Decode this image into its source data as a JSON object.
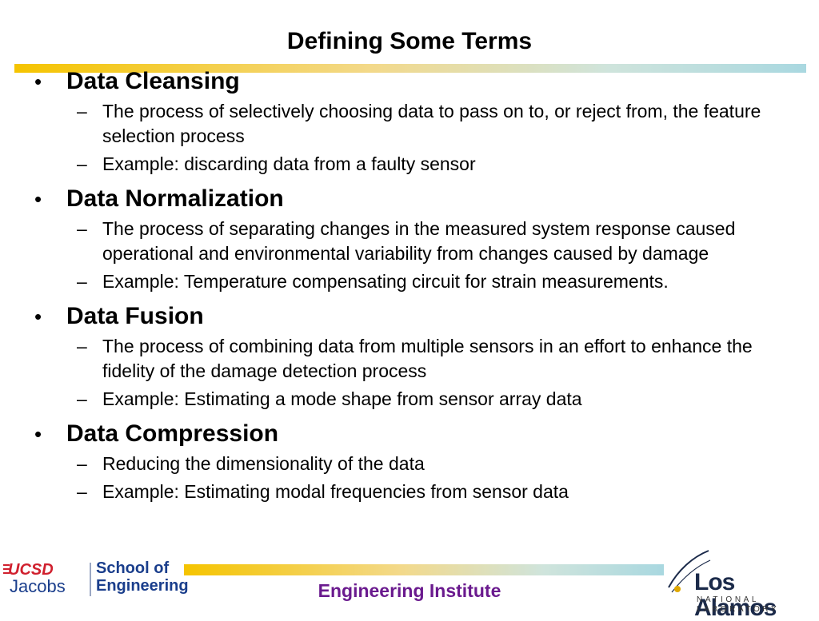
{
  "slide": {
    "title": "Defining Some Terms",
    "bullets": [
      {
        "heading": "Data Cleansing",
        "subs": [
          "The process of selectively choosing data to pass on to, or reject from, the feature selection process",
          "Example: discarding data from a faulty sensor"
        ]
      },
      {
        "heading": "Data Normalization",
        "subs": [
          "The process of separating changes in the measured system response caused operational and environmental variability from changes caused by damage",
          "Example: Temperature compensating circuit for strain measurements."
        ]
      },
      {
        "heading": "Data Fusion",
        "subs": [
          "The process of combining data from multiple sensors in an effort to enhance the fidelity of the damage detection process",
          "Example:  Estimating a mode shape from sensor array data"
        ]
      },
      {
        "heading": "Data Compression",
        "subs": [
          "Reducing the dimensionality of the data",
          "Example: Estimating modal frequencies from sensor data"
        ]
      }
    ],
    "bullet_symbol": "•",
    "sub_symbol": "–",
    "footer": "Engineering Institute"
  },
  "logos": {
    "ucsd": "UCSD",
    "jacobs": "Jacobs",
    "school_line1": "School of",
    "school_line2": "Engineering",
    "los_alamos": "Los Alamos",
    "national_laboratory": "NATIONAL LABORATORY"
  },
  "colors": {
    "accent_gold": "#f5c400",
    "accent_blue": "#a9d8e0",
    "footer_purple": "#6a1a8e",
    "ucsd_red": "#d0202e",
    "ucsd_blue": "#1a3e8c"
  }
}
